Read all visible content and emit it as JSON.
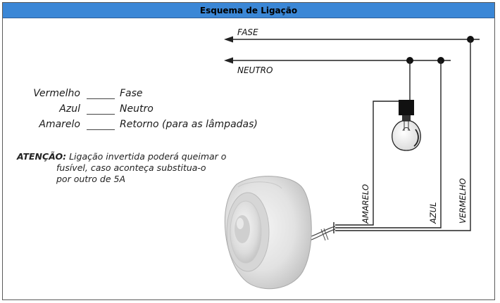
{
  "header": {
    "title": "Esquema de Ligação"
  },
  "legend": [
    {
      "color": "Vermelho",
      "meaning": "Fase"
    },
    {
      "color": "Azul",
      "meaning": "Neutro"
    },
    {
      "color": "Amarelo",
      "meaning": "Retorno (para as lâmpadas)"
    }
  ],
  "warning": {
    "label": "ATENÇÃO:",
    "line1": "Ligação invertida poderá queimar o",
    "line2": "fusível, caso aconteça substitua-o",
    "line3": "por outro de 5A"
  },
  "lines": {
    "fase": "FASE",
    "neutro": "NEUTRO"
  },
  "wires": {
    "amarelo": "AMARELO",
    "azul": "AZUL",
    "vermelho": "VERMELHO"
  }
}
